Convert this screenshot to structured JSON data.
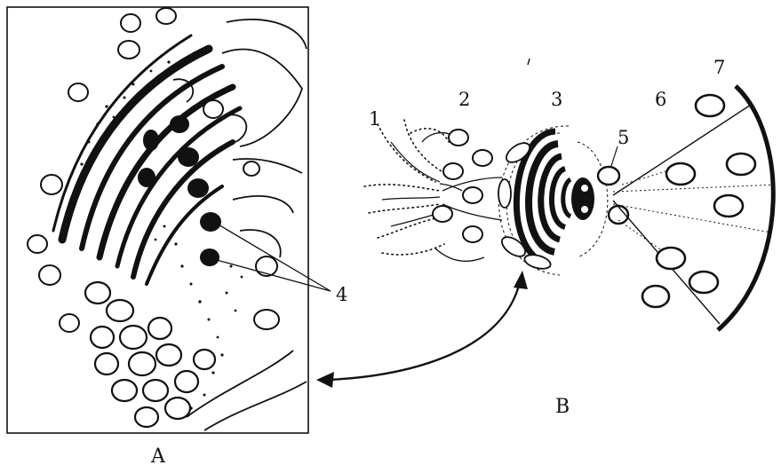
{
  "panels": {
    "a": {
      "label": "A"
    },
    "b": {
      "label": "B"
    }
  },
  "labels": {
    "n1": "1",
    "n2": "2",
    "n3": "3",
    "n4": "4",
    "n5": "5",
    "n6": "6",
    "n7": "7"
  },
  "colors": {
    "ink": "#111111",
    "paper": "#ffffff"
  }
}
